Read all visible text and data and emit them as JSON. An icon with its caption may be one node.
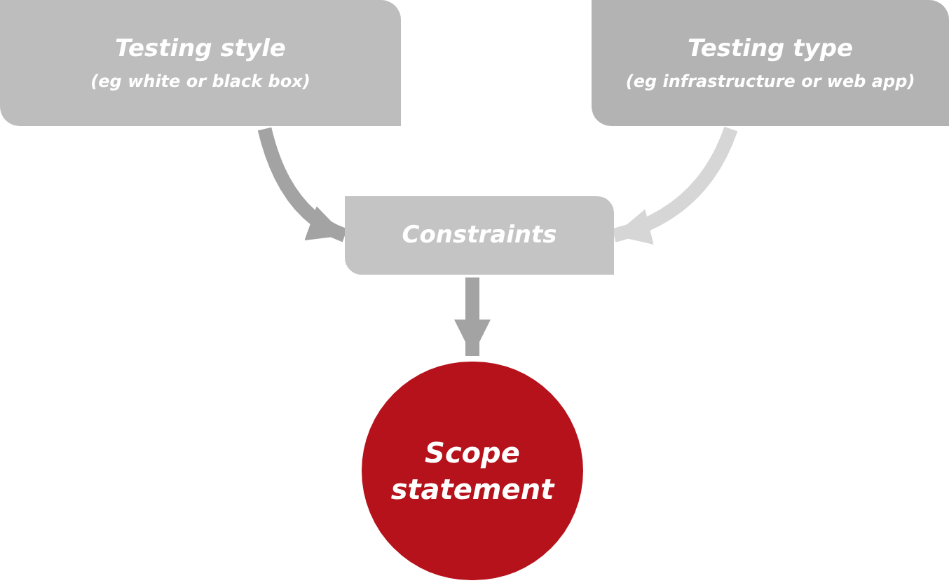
{
  "diagram": {
    "nodes": [
      {
        "text": [
          "Testing style",
          "(eg white or black box)"
        ]
      },
      {
        "text": [
          "Testing type",
          "(eg infrastructure or web app)"
        ]
      },
      {
        "text": [
          "Constraints"
        ]
      },
      {
        "text": [
          "Scope statement"
        ]
      }
    ],
    "edges": [
      {
        "from": 0,
        "to": 2,
        "arrow": "to"
      },
      {
        "from": 1,
        "to": 2,
        "arrow": "to",
        "color": "#d6d6d6"
      },
      {
        "from": 2,
        "to": 3,
        "arrow": "to"
      }
    ]
  }
}
